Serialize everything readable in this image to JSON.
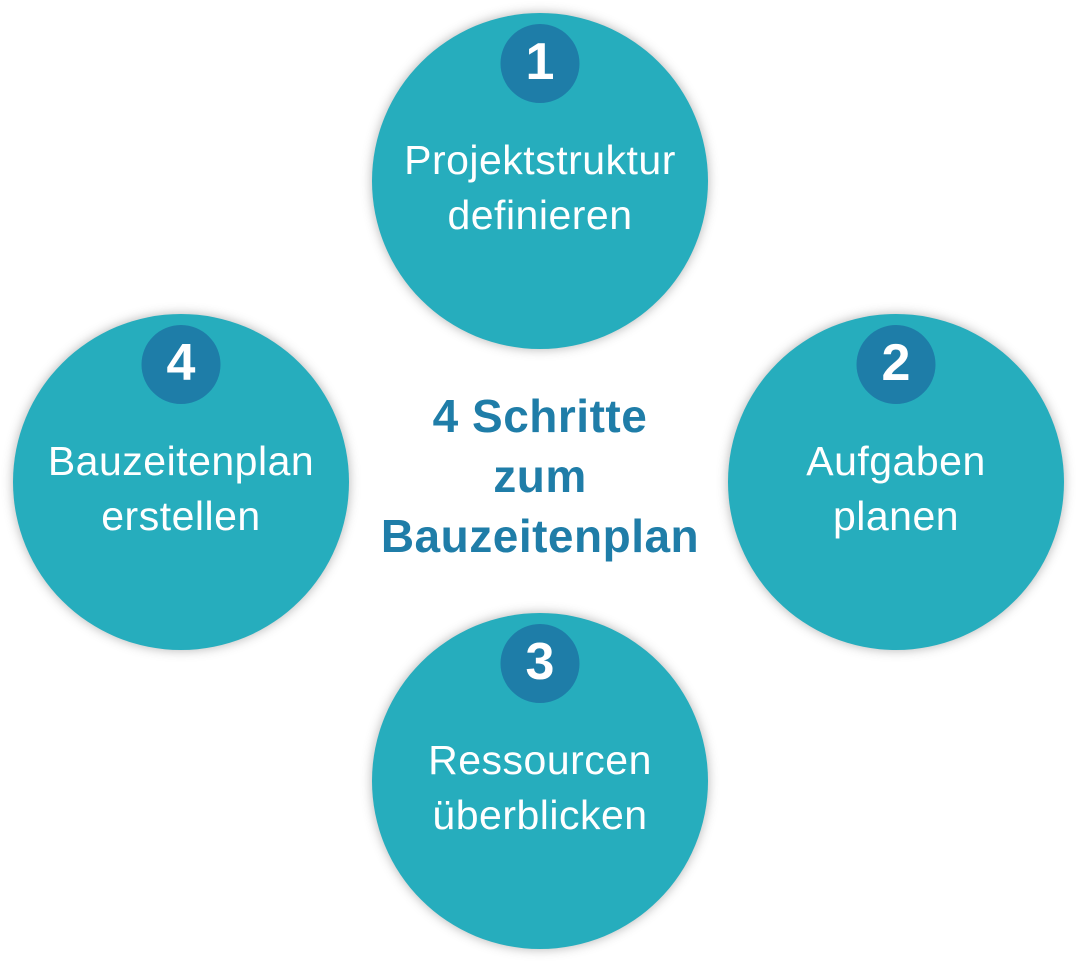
{
  "title": {
    "text": "4 Schritte zum Bauzeitenplan",
    "lines": [
      "4 Schritte",
      "zum",
      "Bauzeitenplan"
    ]
  },
  "steps": [
    {
      "number": "1",
      "position": "top",
      "label_lines": [
        "Projektstruktur",
        "definieren"
      ]
    },
    {
      "number": "2",
      "position": "right",
      "label_lines": [
        "Aufgaben",
        "planen"
      ]
    },
    {
      "number": "3",
      "position": "bottom",
      "label_lines": [
        "Ressourcen",
        "überblicken"
      ]
    },
    {
      "number": "4",
      "position": "left",
      "label_lines": [
        "Bauzeitenplan",
        "erstellen"
      ]
    }
  ],
  "colors": {
    "circle_fill": "#26ADBD",
    "badge_fill": "#1E7DA8",
    "title_text": "#1F7DA8",
    "label_text": "#FFFFFF",
    "background": "#FFFFFF"
  }
}
